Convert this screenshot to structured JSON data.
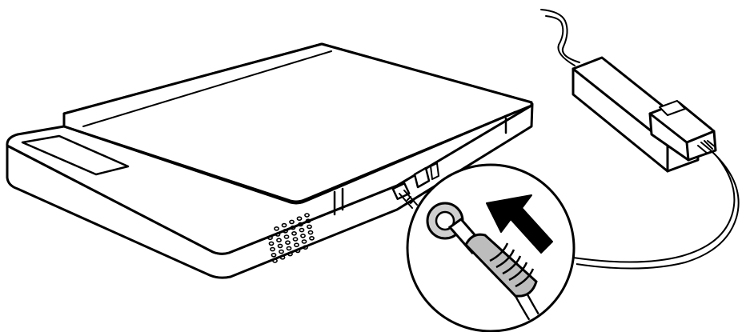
{
  "illustration": {
    "components": [
      "scanner",
      "power-port",
      "power-plug",
      "ac-adapter",
      "power-cable",
      "insert-arrow",
      "magnified-callout"
    ],
    "colors": {
      "ink": "#000000",
      "paper": "#ffffff",
      "plug_gray": "#bdbdbd",
      "port_gray": "#cfcfcf",
      "arrow": "#000000"
    }
  }
}
